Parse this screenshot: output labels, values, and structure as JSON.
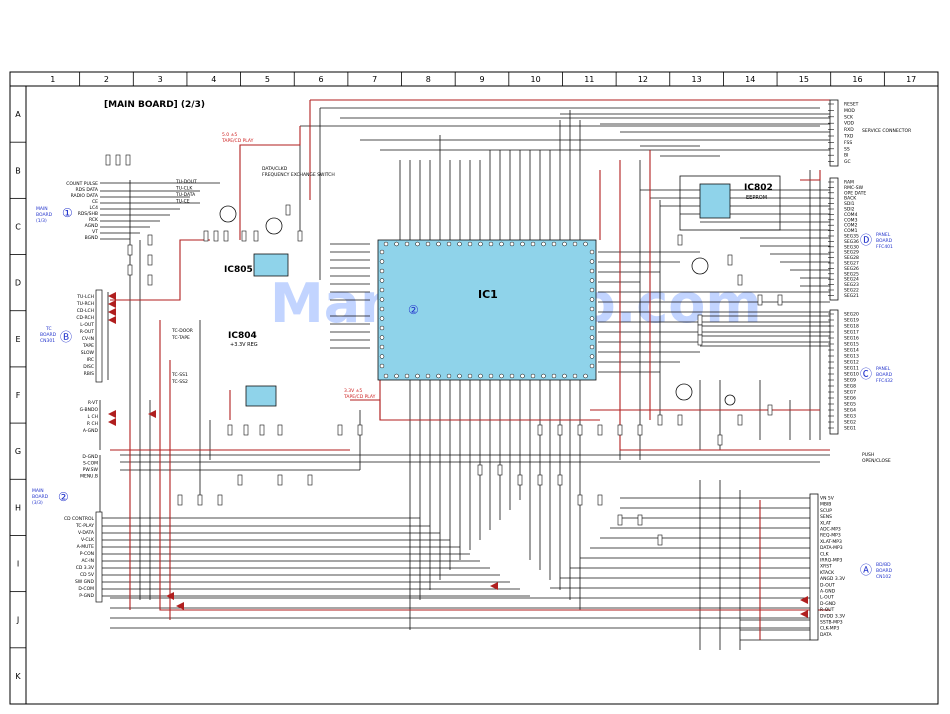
{
  "grid": {
    "columns": [
      "1",
      "2",
      "3",
      "4",
      "5",
      "6",
      "7",
      "8",
      "9",
      "10",
      "11",
      "12",
      "13",
      "14",
      "15",
      "16",
      "17"
    ],
    "rows": [
      "A",
      "B",
      "C",
      "D",
      "E",
      "F",
      "G",
      "H",
      "I",
      "J",
      "K"
    ]
  },
  "title": "[MAIN BOARD] (2/3)",
  "watermark": "ManualsLib.com",
  "ics": {
    "main": "IC1",
    "main_marker": "②",
    "ic802": "IC802",
    "ic802_sub": "EEPROM",
    "ic805": "IC805",
    "ic804": "IC804",
    "ic804_note": "+3.3V REG"
  },
  "left_signals": [
    "COUNT PULSE",
    "RDS DATA",
    "RADIO DATA",
    "CE",
    "LC4",
    "RDS/SHB",
    "RCK",
    "AGND",
    "VT",
    "BGND"
  ],
  "tuner_labels": [
    "TU-DOUT",
    "TU-CLK",
    "TU-DATA",
    "TU-CE"
  ],
  "freq_switch": [
    "DATA/CLKD",
    "FREQUENCY EXCHANGE SWITCH"
  ],
  "connector_tc": [
    "TU-LCH",
    "TU-RCH",
    "CD-LCH",
    "CD-RCH",
    "L-OUT",
    "R-OUT",
    "CV-IN",
    "TAPE",
    "SLOW",
    "IRC",
    "DISC",
    "RBIS"
  ],
  "tc_labels": [
    "TC-DOOR",
    "TC-TAPE",
    "TC-SS1",
    "TC-SS2"
  ],
  "lower_left": [
    "R-VT",
    "G-BNDO",
    "L CH",
    "R CH",
    "A-GND"
  ],
  "lower_left2": [
    "D-GND",
    "S-COM",
    "PW.SW",
    "MENU.B"
  ],
  "cd_signals": [
    "CD CONTROL",
    "TC-PLAY",
    "V-DATA",
    "V-CLK",
    "A-MUTE",
    "P-CON",
    "AC-IN",
    "CD 3.3V",
    "CD 5V",
    "SW GND",
    "D-COM",
    "P-GND"
  ],
  "service_connector": {
    "label": "SERVICE CONNECTOR",
    "pins": [
      "RESET",
      "MOD",
      "SCK",
      "VDD",
      "RXD",
      "TXD",
      "FSS",
      "SS",
      "BI",
      "GC"
    ]
  },
  "panel_top_pins": [
    "RAM",
    "RMC-SW",
    "OPE DATE",
    "BACK",
    "SDI1",
    "SDI2",
    "COM4",
    "COM3",
    "COM2",
    "COM1",
    "SEG35",
    "SEG36",
    "SEG30",
    "SEG29",
    "SEG28",
    "SEG27",
    "SEG26",
    "SEG25",
    "SEG24",
    "SEG23",
    "SEG22",
    "SEG21"
  ],
  "panel_mid_pins": [
    "SEG20",
    "SEG19",
    "SEG18",
    "SEG17",
    "SEG16",
    "SEG15",
    "SEG14",
    "SEG13",
    "SEG12",
    "SEG11",
    "SEG10",
    "SEG9",
    "SEG8",
    "SEG7",
    "SEG6",
    "SEG5",
    "SEG4",
    "SEG3",
    "SEG2",
    "SEG1"
  ],
  "cd_board_pins": [
    "VN 5V",
    "MBIB",
    "SCUP",
    "SENS",
    "XLAT",
    "ADC-MP3",
    "REQ-MP3",
    "XLAT-MP3",
    "DATA-MP3",
    "CLK",
    "IRRQ-MP3",
    "XRST",
    "KTACK",
    "ANGD 3.3V",
    "D-OUT",
    "A-GND",
    "L-OUT",
    "D-GND",
    "R-OUT",
    "DVDD 3.3V",
    "SSTB-MP3",
    "CLK-MP3",
    "DATA"
  ],
  "refs": {
    "main_board_1": [
      "MAIN",
      "BOARD",
      "(1/3)"
    ],
    "main_board_2": [
      "MAIN",
      "BOARD",
      "(3/3)"
    ],
    "tc_board": [
      "TC",
      "BOARD",
      "CN301"
    ],
    "panel_d": [
      "PANEL",
      "BOARD",
      "FFC401"
    ],
    "panel_c": [
      "PANEL",
      "BOARD",
      "FFC432"
    ],
    "cd_board": [
      "BD/BD",
      "BOARD",
      "CN102"
    ],
    "push": "PUSH",
    "push_sub": "OPEN/CLOSE"
  },
  "markers": {
    "m1": "①",
    "m2": "②",
    "mB": "Ⓑ",
    "mC": "Ⓒ",
    "mD": "Ⓓ",
    "mA": "Ⓐ"
  },
  "red_notes": [
    "5.0 ±5",
    "TAPE/CD PLAY",
    "3.3V ±5",
    "TAPE/CD PLAY"
  ],
  "colors": {
    "frame": "#000000",
    "wire": "#111111",
    "red_wire": "#b01e1e",
    "ic_fill": "#8fd3ea",
    "ref_blue": "#2233cc"
  }
}
